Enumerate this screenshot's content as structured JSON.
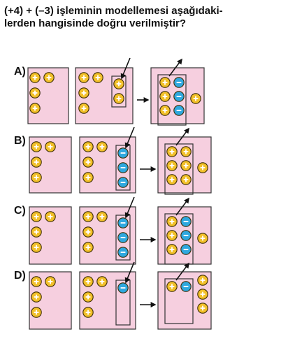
{
  "question": {
    "line1": "(+4) + (–3)  işleminin modellemesi aşağıdaki-",
    "line2": "lerden hangisinde doğru verilmiştir?"
  },
  "colors": {
    "panel_fill": "#f6cfdf",
    "positive_counter": "#f2c02a",
    "negative_counter": "#2fa8df",
    "counter_stroke": "#3a2a00",
    "panel_stroke": "#333333",
    "arrow": "#111111"
  },
  "symbols": {
    "positive": "+",
    "negative": "−"
  },
  "options": [
    {
      "label": "A)",
      "start": {
        "count": 4,
        "type": "positive"
      },
      "middle": {
        "outside": [
          "positive",
          "positive",
          "positive",
          "positive"
        ],
        "box": [
          "positive",
          "positive"
        ],
        "box_arrow": "in"
      },
      "result": {
        "box": [
          "positive",
          "negative",
          "positive",
          "negative",
          "positive",
          "negative"
        ],
        "outside": [
          "positive"
        ],
        "box_arrow": "out"
      }
    },
    {
      "label": "B)",
      "start": {
        "count": 4,
        "type": "positive"
      },
      "middle": {
        "outside": [
          "positive",
          "positive",
          "positive",
          "positive"
        ],
        "box": [
          "negative",
          "negative",
          "negative"
        ],
        "box_arrow": "in"
      },
      "result": {
        "box": [
          "positive",
          "positive",
          "positive",
          "positive",
          "positive",
          "positive"
        ],
        "outside": [
          "positive"
        ],
        "box_arrow": "out"
      }
    },
    {
      "label": "C)",
      "start": {
        "count": 4,
        "type": "positive"
      },
      "middle": {
        "outside": [
          "positive",
          "positive",
          "positive",
          "positive"
        ],
        "box": [
          "negative",
          "negative",
          "negative"
        ],
        "box_arrow": "in"
      },
      "result": {
        "box": [
          "positive",
          "negative",
          "positive",
          "negative",
          "positive",
          "negative"
        ],
        "outside": [
          "positive"
        ],
        "box_arrow": "out"
      }
    },
    {
      "label": "D)",
      "start": {
        "count": 4,
        "type": "positive"
      },
      "middle": {
        "outside": [
          "positive",
          "positive",
          "positive",
          "positive"
        ],
        "box": [
          "negative"
        ],
        "box_arrow": "in"
      },
      "result": {
        "box": [
          "positive",
          "negative"
        ],
        "outside": [
          "positive",
          "positive",
          "positive"
        ],
        "box_arrow": "out"
      }
    }
  ]
}
